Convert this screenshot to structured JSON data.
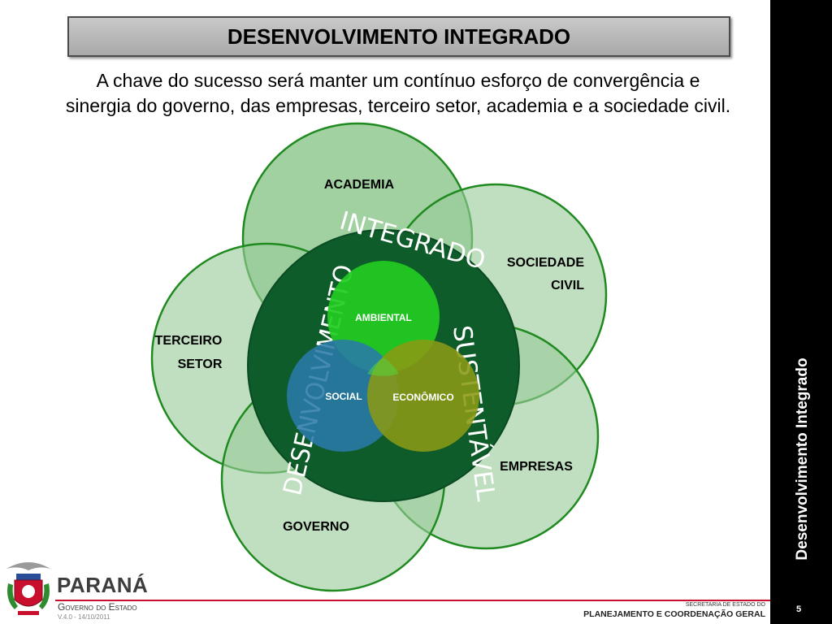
{
  "title": "DESENVOLVIMENTO INTEGRADO",
  "subtitle_line1": "A chave do sucesso será manter um contínuo esforço de convergência e",
  "subtitle_line2": "sinergia do governo, das empresas, terceiro setor, academia e a sociedade civil.",
  "petals": {
    "academia": "ACADEMIA",
    "sociedade_1": "SOCIEDADE",
    "sociedade_2": "CIVIL",
    "terceiro_1": "TERCEIRO",
    "terceiro_2": "SETOR",
    "empresas": "EMPRESAS",
    "governo": "GOVERNO"
  },
  "ring": {
    "desenvolvimento": "DESENVOLVIMENTO",
    "integrado": "INTEGRADO",
    "sustentavel": "SUSTENTÁVEL"
  },
  "core": {
    "ambiental": "AMBIENTAL",
    "social": "SOCIAL",
    "economico": "ECONÔMICO"
  },
  "sidebar_label": "Desenvolvimento Integrado",
  "page_number": "5",
  "footer": {
    "brand": "PARANÁ",
    "brand_sub": "Governo do Estado",
    "version": "V.4.0 - 14/10/2011",
    "secretaria": "SECRETARIA DE ESTADO DO",
    "planejamento": "PLANEJAMENTO E COORDENAÇÃO GERAL"
  },
  "colors": {
    "petal_fill": "#99cc99",
    "petal_stroke": "#1f8a1f",
    "ring_fill": "#0d5c2a",
    "ambiental": "#22cc22",
    "social": "#2a7aa8",
    "economico": "#8a9a14",
    "accent_red": "#c8102e"
  }
}
